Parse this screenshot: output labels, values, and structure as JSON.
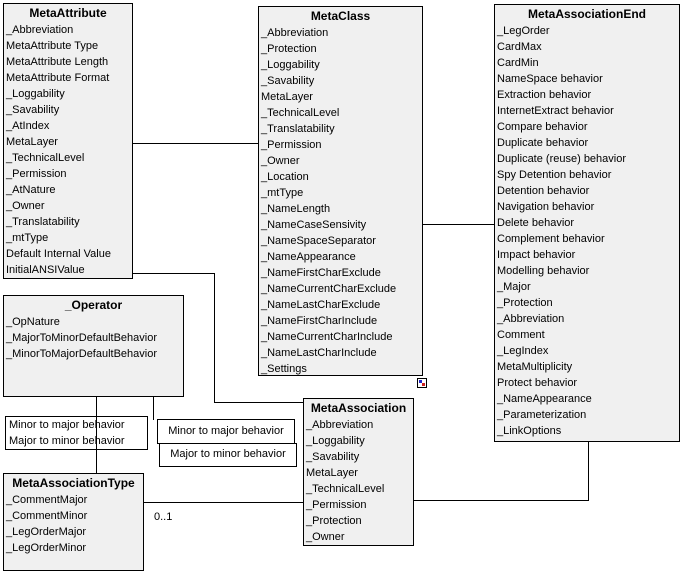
{
  "classes": [
    {
      "name": "MetaAttribute",
      "attributes": [
        "_Abbreviation",
        "MetaAttribute Type",
        "MetaAttribute Length",
        "MetaAttribute Format",
        "_Loggability",
        "_Savability",
        "_AtIndex",
        "MetaLayer",
        "_TechnicalLevel",
        "_Permission",
        "_AtNature",
        "_Owner",
        "_Translatability",
        "_mtType",
        "Default Internal Value",
        "InitialANSIValue"
      ]
    },
    {
      "name": "MetaClass",
      "attributes": [
        "_Abbreviation",
        "_Protection",
        "_Loggability",
        "_Savability",
        "MetaLayer",
        "_TechnicalLevel",
        "_Translatability",
        "_Permission",
        "_Owner",
        "_Location",
        "_mtType",
        "_NameLength",
        "_NameCaseSensivity",
        "_NameSpaceSeparator",
        "_NameAppearance",
        "_NameFirstCharExclude",
        "_NameCurrentCharExclude",
        "_NameLastCharExclude",
        "_NameFirstCharInclude",
        "_NameCurrentCharInclude",
        "_NameLastCharInclude",
        "_Settings"
      ]
    },
    {
      "name": "MetaAssociationEnd",
      "attributes": [
        "_LegOrder",
        "CardMax",
        "CardMin",
        "NameSpace behavior",
        "Extraction behavior",
        "InternetExtract behavior",
        "Compare behavior",
        "Duplicate behavior",
        "Duplicate (reuse) behavior",
        "Spy Detention behavior",
        "Detention behavior",
        "Navigation behavior",
        "Delete behavior",
        "Complement behavior",
        "Impact behavior",
        "Modelling behavior",
        "_Major",
        "_Protection",
        "_Abbreviation",
        "Comment",
        "_LegIndex",
        "MetaMultiplicity",
        "Protect behavior",
        "_NameAppearance",
        "_Parameterization",
        "_LinkOptions"
      ]
    },
    {
      "name": "_Operator",
      "attributes": [
        "_OpNature",
        "_MajorToMinorDefaultBehavior",
        "_MinorToMajorDefaultBehavior"
      ]
    },
    {
      "name": "MetaAssociation",
      "attributes": [
        "_Abbreviation",
        "_Loggability",
        "_Savability",
        "MetaLayer",
        "_TechnicalLevel",
        "_Permission",
        "_Protection",
        "_Owner"
      ]
    },
    {
      "name": "MetaAssociationType",
      "attributes": [
        "_CommentMajor",
        "_CommentMinor",
        "_LegOrderMajor",
        "_LegOrderMinor"
      ]
    }
  ],
  "labels": {
    "left_pair": [
      "Minor to major behavior",
      "Major to minor behavior"
    ],
    "right_top": "Minor to major behavior",
    "right_bottom": "Major to minor behavior"
  },
  "multiplicity": "0..1",
  "icons": {
    "subdiagram_indicator": "blue-red-square-icon"
  },
  "colors": {
    "page_bg": "#ffffff",
    "box_fill": "#f0f0f0",
    "border": "#000000",
    "indicator_blue": "#2222cc",
    "indicator_red": "#cc2222"
  }
}
